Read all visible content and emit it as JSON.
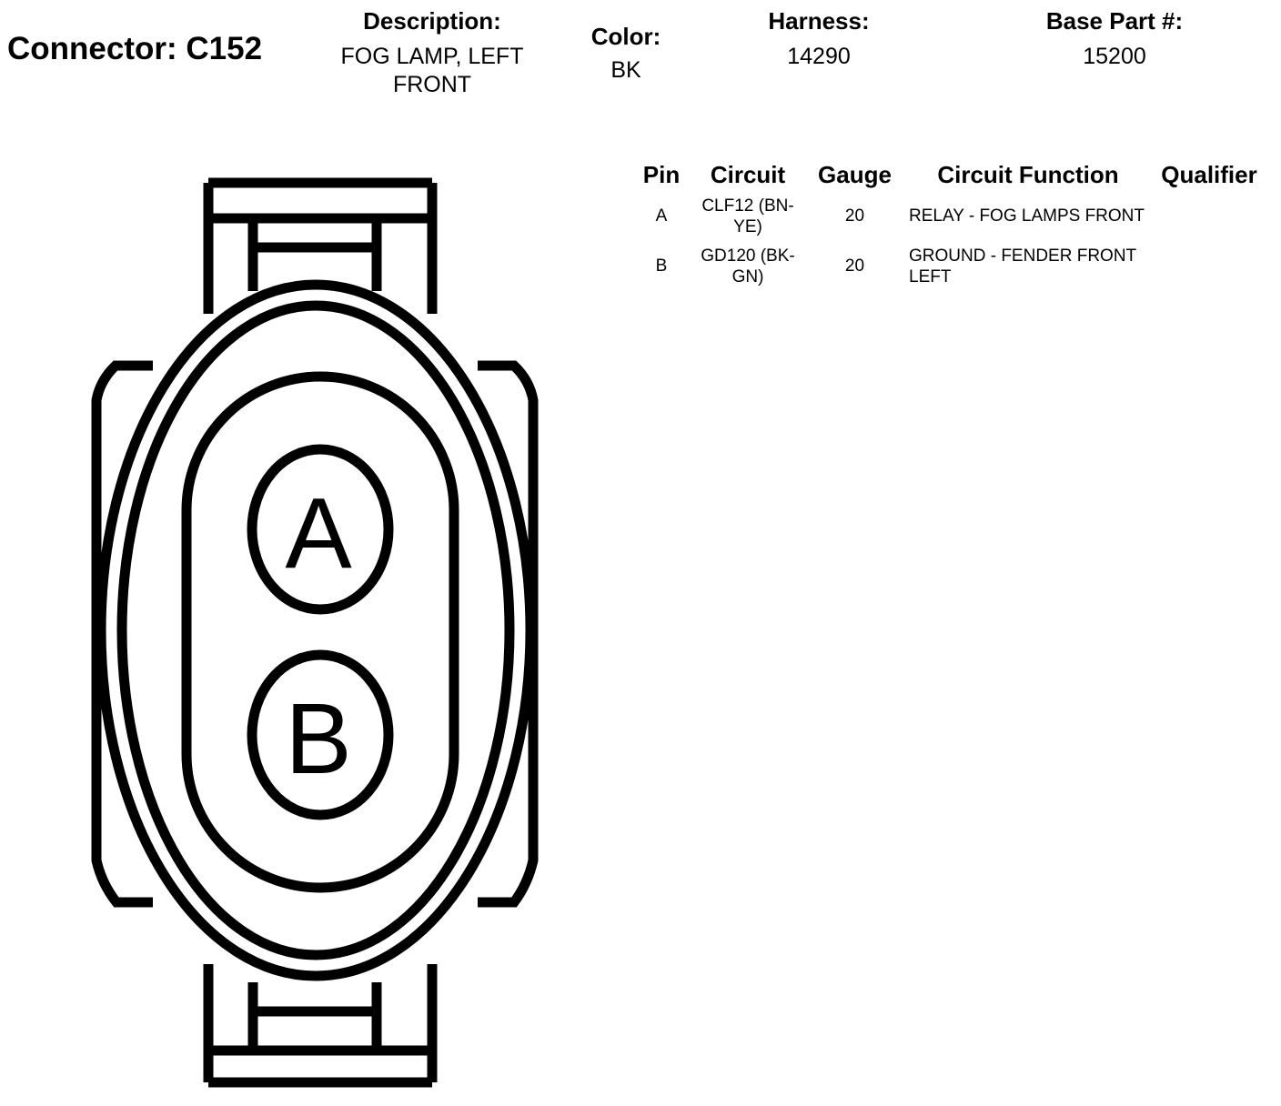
{
  "header": {
    "connector_title": "Connector: C152",
    "description_label": "Description:",
    "description_value": "FOG LAMP, LEFT FRONT",
    "color_label": "Color:",
    "color_value": "BK",
    "harness_label": "Harness:",
    "harness_value": "14290",
    "base_part_label": "Base Part #:",
    "base_part_value": "15200"
  },
  "table": {
    "headers": {
      "pin": "Pin",
      "circuit": "Circuit",
      "gauge": "Gauge",
      "function": "Circuit Function",
      "qualifier": "Qualifier"
    },
    "rows": [
      {
        "pin": "A",
        "circuit": "CLF12 (BN-YE)",
        "gauge": "20",
        "function": "RELAY - FOG LAMPS FRONT",
        "qualifier": ""
      },
      {
        "pin": "B",
        "circuit": "GD120 (BK-GN)",
        "gauge": "20",
        "function": "GROUND - FENDER FRONT LEFT",
        "qualifier": ""
      }
    ]
  },
  "diagram": {
    "pin_a_label": "A",
    "pin_b_label": "B"
  }
}
